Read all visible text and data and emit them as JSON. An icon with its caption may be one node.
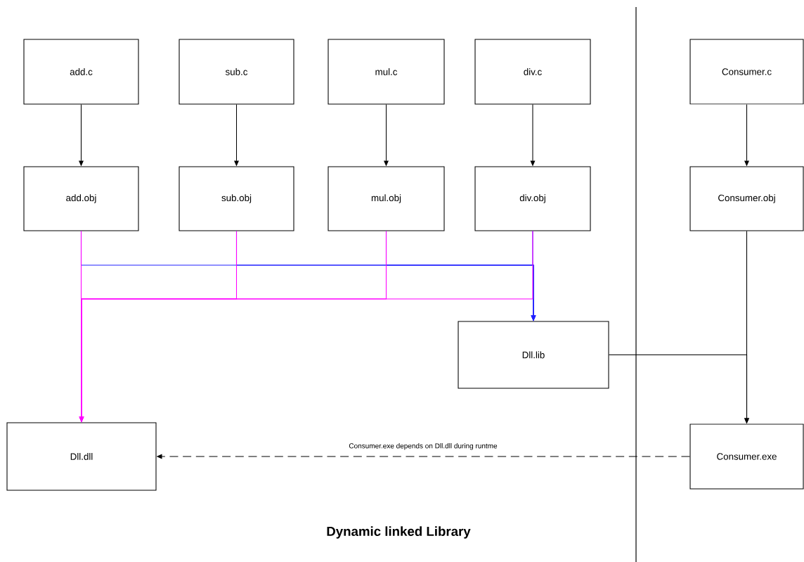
{
  "diagram": {
    "caption": "Dynamic linked Library",
    "nodes": [
      {
        "text": [
          "add.c"
        ]
      },
      {
        "text": [
          "sub.c"
        ]
      },
      {
        "text": [
          "mul.c"
        ]
      },
      {
        "text": [
          "div.c"
        ]
      },
      {
        "text": [
          "Consumer.c"
        ]
      },
      {
        "text": [
          "add.obj"
        ]
      },
      {
        "text": [
          "sub.obj"
        ]
      },
      {
        "text": [
          "mul.obj"
        ]
      },
      {
        "text": [
          "div.obj"
        ]
      },
      {
        "text": [
          "Consumer.obj"
        ]
      },
      {
        "text": [
          "Dll.lib"
        ]
      },
      {
        "text": [
          "Dll.dll"
        ]
      },
      {
        "text": [
          "Consumer.exe"
        ]
      }
    ],
    "edges": [
      {
        "from": 0,
        "to": 5,
        "arrow": "to"
      },
      {
        "from": 1,
        "to": 6,
        "arrow": "to"
      },
      {
        "from": 2,
        "to": 7,
        "arrow": "to"
      },
      {
        "from": 3,
        "to": 8,
        "arrow": "to"
      },
      {
        "from": 4,
        "to": 9,
        "arrow": "to"
      },
      {
        "from": 5,
        "to": 10,
        "arrow": "to",
        "color": "#2020ff"
      },
      {
        "from": 6,
        "to": 10,
        "arrow": "to",
        "color": "#2020ff"
      },
      {
        "from": 7,
        "to": 10,
        "arrow": "to",
        "color": "#2020ff"
      },
      {
        "from": 8,
        "to": 10,
        "arrow": "to",
        "color": "#2020ff"
      },
      {
        "from": 5,
        "to": 11,
        "arrow": "to",
        "color": "#ff00ff"
      },
      {
        "from": 6,
        "to": 11,
        "arrow": "to",
        "color": "#ff00ff"
      },
      {
        "from": 7,
        "to": 11,
        "arrow": "to",
        "color": "#ff00ff"
      },
      {
        "from": 8,
        "to": 11,
        "arrow": "to",
        "color": "#ff00ff"
      },
      {
        "from": 9,
        "to": 12,
        "arrow": "to"
      },
      {
        "from": 10,
        "to": 12,
        "arrow": "to"
      },
      {
        "from": 12,
        "to": 11,
        "arrow": "to",
        "style": "dashed",
        "label": "Consumer.exe depends on Dll.dll during runtme"
      }
    ]
  }
}
